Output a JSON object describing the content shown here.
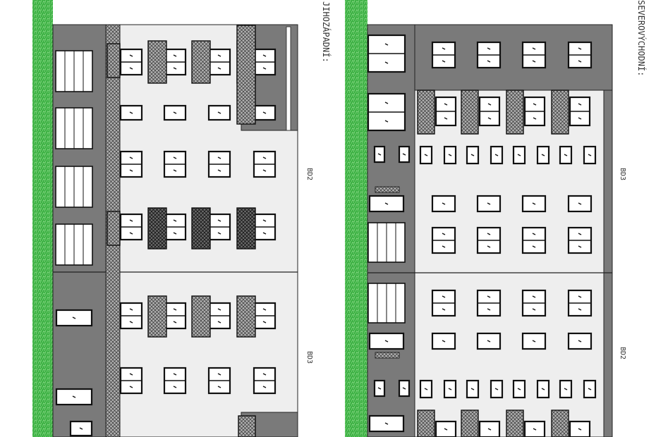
{
  "drawing": {
    "left_title": "JIHOZÁPADNÍ:",
    "right_title": "SEVEROVÝCHODNÍ:",
    "left_building_labels": [
      "BD2",
      "BD3"
    ],
    "right_building_labels": [
      "BD3",
      "BD2"
    ]
  },
  "colors": {
    "grass": "#3cb043",
    "wall_light": "#eeeeee",
    "wall_dark": "#7a7a7a",
    "outline": "#222222",
    "background": "#ffffff"
  }
}
